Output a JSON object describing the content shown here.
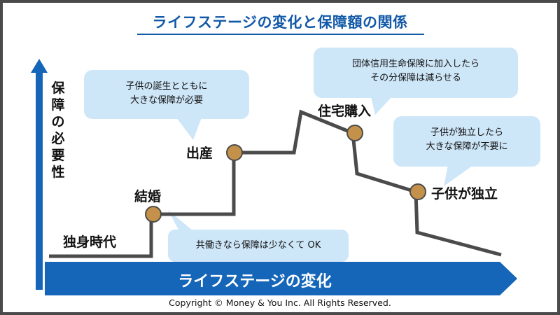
{
  "title": "ライフステージの変化と保障額の関係",
  "y_axis_label": "保障の必要性",
  "x_axis_label": "ライフステージの変化",
  "stages": {
    "single": "独身時代",
    "marriage": "結婚",
    "birth": "出産",
    "house": "住宅購入",
    "independence": "子供が独立"
  },
  "bubbles": {
    "birth_line1": "子供の誕生とともに",
    "birth_line2": "大きな保障が必要",
    "house_line1": "団体信用生命保険に加入したら",
    "house_line2": "その分保障は減らせる",
    "independence_line1": "子供が独立したら",
    "independence_line2": "大きな保障が不要に",
    "marriage_line1": "共働きなら保障は少なくて OK"
  },
  "copyright": "Copyright © Money & You Inc. All Rights Reserved.",
  "colors": {
    "accent_blue": "#1566b8",
    "title_blue": "#1259a8",
    "bubble_fill": "#cde6f8",
    "step_line": "#4b4b4b",
    "marker": "#c4914a"
  }
}
